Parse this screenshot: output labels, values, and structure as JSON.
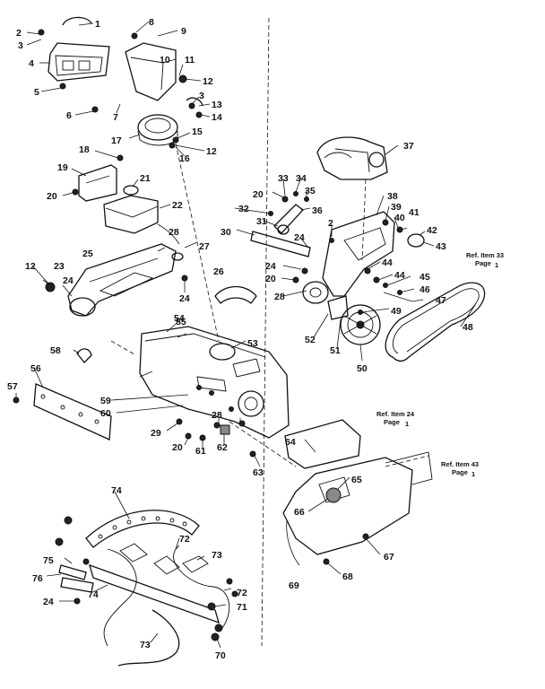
{
  "diagram": {
    "callouts": [
      "1",
      "2",
      "3",
      "4",
      "5",
      "6",
      "7",
      "8",
      "9",
      "10",
      "11",
      "12",
      "3",
      "13",
      "14",
      "15",
      "16",
      "12",
      "17",
      "18",
      "19",
      "20",
      "21",
      "22",
      "28",
      "27",
      "25",
      "12",
      "23",
      "24",
      "24",
      "26",
      "55",
      "54",
      "53",
      "56",
      "57",
      "58",
      "59",
      "60",
      "29",
      "20",
      "61",
      "62",
      "28",
      "63",
      "37",
      "33",
      "34",
      "20",
      "35",
      "36",
      "32",
      "31",
      "2",
      "30",
      "24",
      "24",
      "20",
      "28",
      "38",
      "39",
      "40",
      "41",
      "42",
      "43",
      "44",
      "44",
      "45",
      "46",
      "47",
      "48",
      "49",
      "52",
      "51",
      "50",
      "64",
      "65",
      "66",
      "67",
      "68",
      "69",
      "74",
      "72",
      "73",
      "75",
      "76",
      "74",
      "24",
      "72",
      "71",
      "73",
      "70"
    ],
    "references": [
      {
        "line1": "Ref. Item 33",
        "line2": "Page",
        "num": "1"
      },
      {
        "line1": "Ref. Item 24",
        "line2": "Page",
        "num": "1"
      },
      {
        "line1": "Ref. Item 43",
        "line2": "Page",
        "num": "1"
      }
    ]
  }
}
